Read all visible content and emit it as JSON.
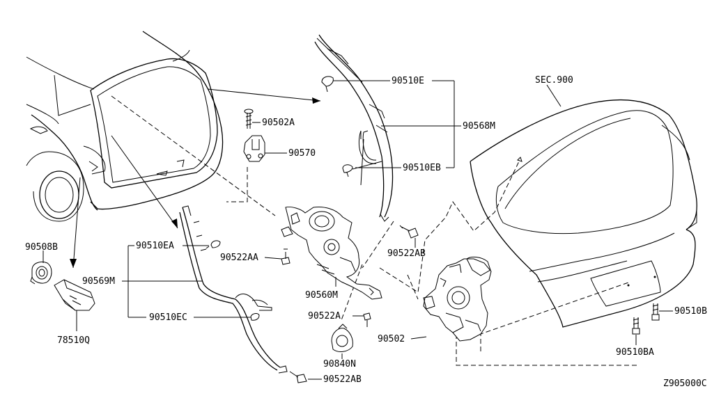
{
  "labels": {
    "p90510E": "90510E",
    "p90568M": "90568M",
    "p90510EB": "90510EB",
    "p90502A": "90502A",
    "p90570": "90570",
    "pSEC900": "SEC.900",
    "p90508B": "90508B",
    "p90510EA": "90510EA",
    "p90522AA": "90522AA",
    "p90522AB_top": "90522AB",
    "p90569M": "90569M",
    "p90560M": "90560M",
    "p90510EC": "90510EC",
    "p90522A": "90522A",
    "p90502": "90502",
    "p78510Q": "78510Q",
    "p90840N": "90840N",
    "p90510B": "90510B",
    "p90510BA": "90510BA",
    "p90522AB_bot": "90522AB",
    "diagram_code": "Z905000C"
  }
}
